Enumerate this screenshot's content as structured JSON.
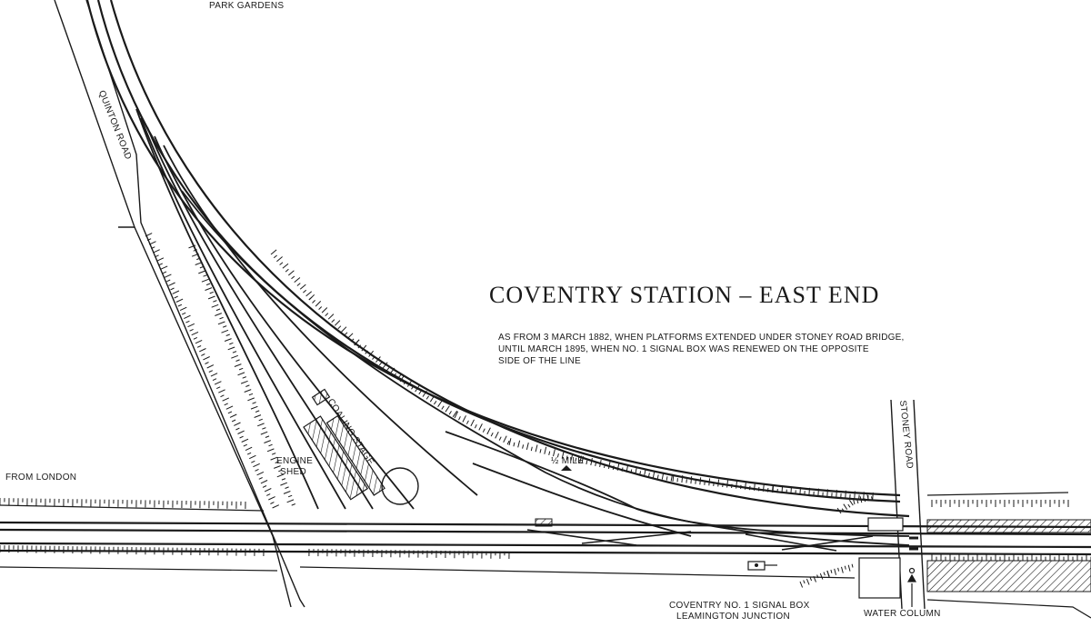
{
  "title": "COVENTRY STATION – EAST END",
  "subtitle_lines": [
    "AS FROM 3 MARCH 1882, WHEN PLATFORMS EXTENDED UNDER STONEY ROAD BRIDGE,",
    "UNTIL MARCH 1895, WHEN NO. 1 SIGNAL BOX WAS RENEWED ON THE OPPOSITE",
    "SIDE OF THE LINE"
  ],
  "labels": {
    "park_gardens": "PARK GARDENS",
    "quinton_road": "QUINTON ROAD",
    "from_london": "FROM LONDON",
    "engine_shed_1": "ENGINE",
    "engine_shed_2": "SHED",
    "coaling_stage": "COALING STAGE",
    "half_mile": "½ MILE",
    "stoney_road": "STONEY ROAD",
    "signal_box_1": "COVENTRY NO. 1 SIGNAL BOX",
    "signal_box_2": "LEAMINGTON JUNCTION",
    "water_column": "WATER COLUMN"
  },
  "colors": {
    "ink": "#1a1a1a",
    "paper": "#ffffff"
  }
}
